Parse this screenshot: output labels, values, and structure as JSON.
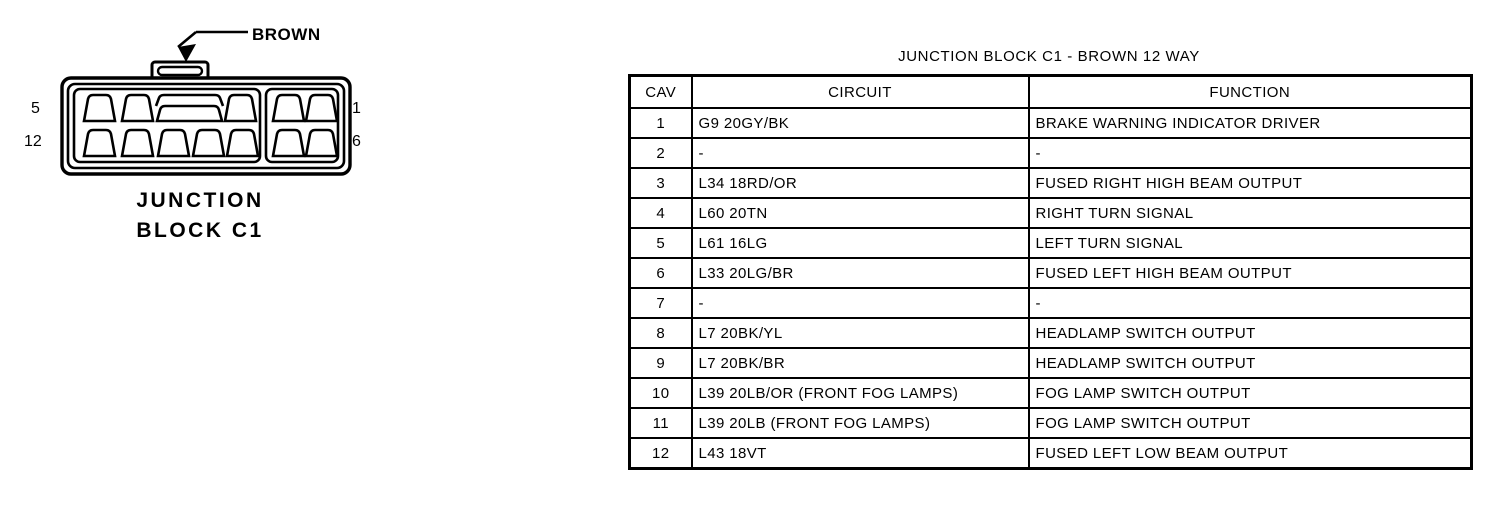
{
  "connector": {
    "callout_label": "BROWN",
    "callout_icon": "arrow-pointer-icon",
    "pin_labels": {
      "left_top": "5",
      "left_bottom": "12",
      "right_top": "1",
      "right_bottom": "6"
    },
    "caption_line1": "JUNCTION",
    "caption_line2": "BLOCK C1",
    "cavity_count": 12,
    "line_color": "#000000"
  },
  "table": {
    "title": "JUNCTION BLOCK C1 - BROWN 12 WAY",
    "columns": [
      "CAV",
      "CIRCUIT",
      "FUNCTION"
    ],
    "rows": [
      {
        "cav": "1",
        "circuit": "G9 20GY/BK",
        "function": "BRAKE WARNING INDICATOR DRIVER"
      },
      {
        "cav": "2",
        "circuit": "-",
        "function": "-"
      },
      {
        "cav": "3",
        "circuit": "L34 18RD/OR",
        "function": "FUSED RIGHT HIGH BEAM OUTPUT"
      },
      {
        "cav": "4",
        "circuit": "L60 20TN",
        "function": "RIGHT TURN SIGNAL"
      },
      {
        "cav": "5",
        "circuit": "L61 16LG",
        "function": "LEFT TURN SIGNAL"
      },
      {
        "cav": "6",
        "circuit": "L33 20LG/BR",
        "function": "FUSED LEFT HIGH BEAM OUTPUT"
      },
      {
        "cav": "7",
        "circuit": "-",
        "function": "-"
      },
      {
        "cav": "8",
        "circuit": "L7 20BK/YL",
        "function": "HEADLAMP SWITCH OUTPUT"
      },
      {
        "cav": "9",
        "circuit": "L7 20BK/BR",
        "function": "HEADLAMP SWITCH OUTPUT"
      },
      {
        "cav": "10",
        "circuit": "L39 20LB/OR (FRONT FOG LAMPS)",
        "function": "FOG LAMP SWITCH OUTPUT"
      },
      {
        "cav": "11",
        "circuit": "L39 20LB (FRONT FOG LAMPS)",
        "function": "FOG LAMP SWITCH OUTPUT"
      },
      {
        "cav": "12",
        "circuit": "L43 18VT",
        "function": "FUSED LEFT LOW BEAM OUTPUT"
      }
    ]
  }
}
